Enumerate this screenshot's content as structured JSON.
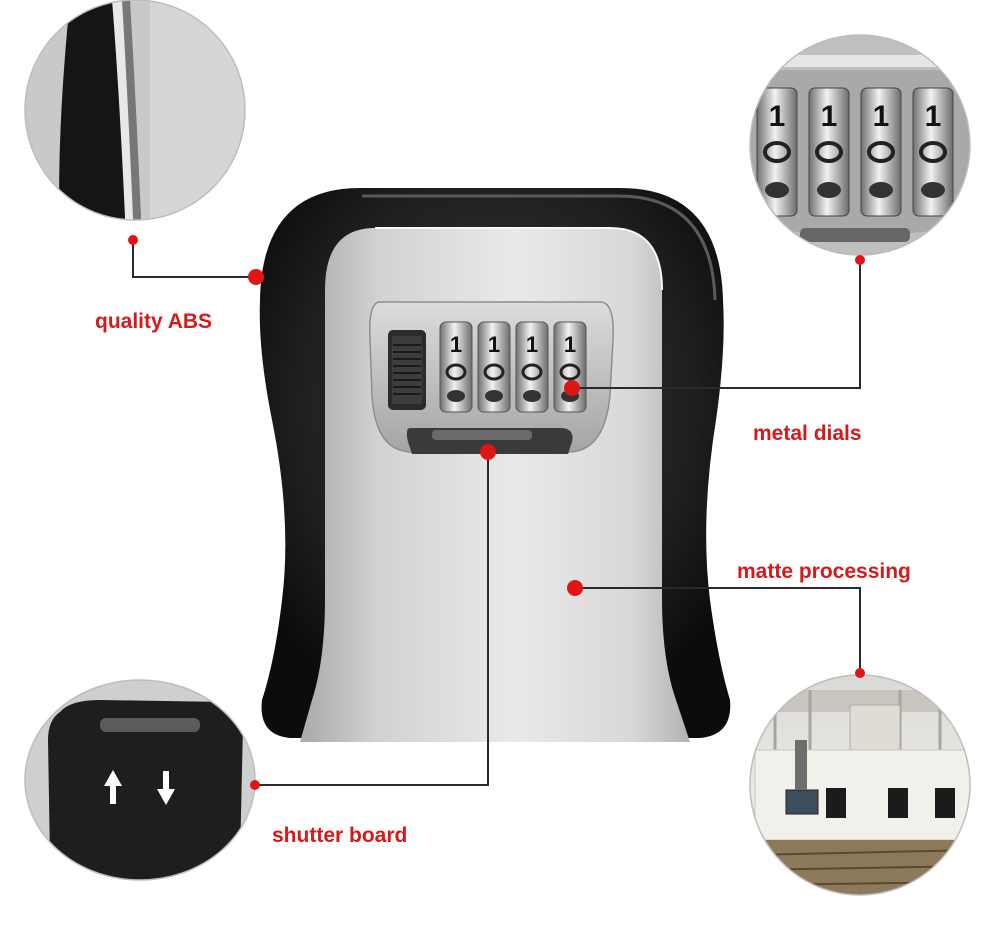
{
  "callouts": {
    "abs": "quality ABS",
    "dials": "metal dials",
    "matte": "matte processing",
    "shutter": "shutter board"
  },
  "dial_digits": [
    "1",
    "1",
    "1",
    "1"
  ],
  "shutter_arrows": [
    "up-arrow-icon",
    "down-arrow-icon"
  ],
  "colors": {
    "callout_red": "#d41a1a",
    "frame_black": "#1c1c1c",
    "panel_silver": "#c8c8c8"
  }
}
